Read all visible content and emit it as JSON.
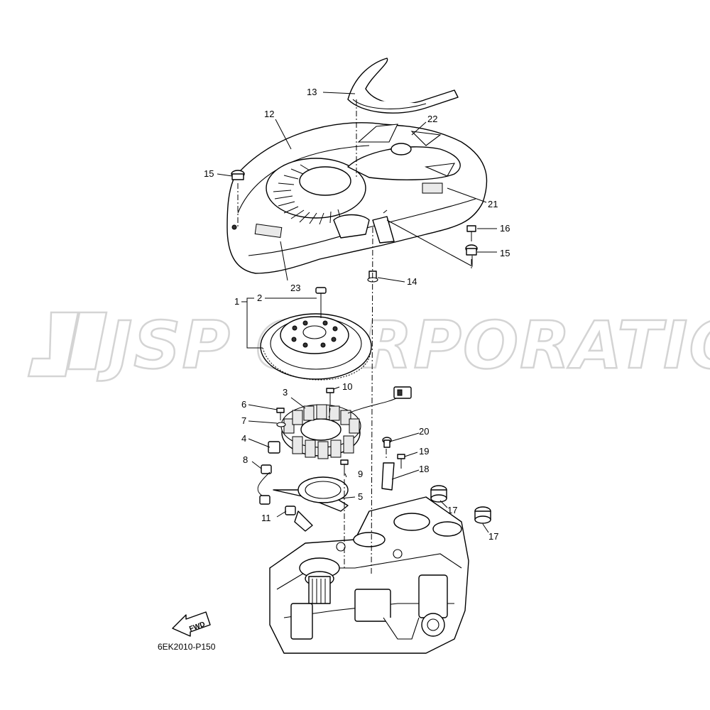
{
  "watermark": "JSP CORPORATION",
  "figure_code": "6EK2010-P150",
  "fwd_label": "FWD",
  "callouts": {
    "c1": "1",
    "c2": "2",
    "c3": "3",
    "c4": "4",
    "c5": "5",
    "c6": "6",
    "c7": "7",
    "c8": "8",
    "c9": "9",
    "c10": "10",
    "c11": "11",
    "c12": "12",
    "c13": "13",
    "c14": "14",
    "c15a": "15",
    "c15b": "15",
    "c16": "16",
    "c17a": "17",
    "c17b": "17",
    "c18": "18",
    "c19": "19",
    "c20": "20",
    "c21": "21",
    "c22": "22",
    "c23": "23"
  }
}
